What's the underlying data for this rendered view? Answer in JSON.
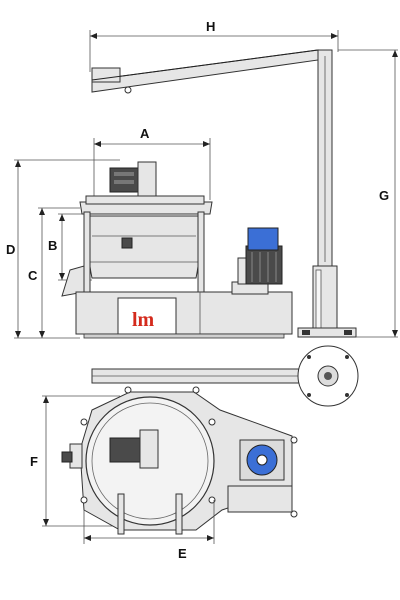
{
  "labels": {
    "H": "H",
    "A": "A",
    "B": "B",
    "C": "C",
    "D": "D",
    "G": "G",
    "F": "F",
    "E": "E"
  },
  "colors": {
    "logo_red": "#d42a1c",
    "motor_blue": "#3b6fd6",
    "outline": "#222222",
    "metal": "#e6e6e6"
  },
  "logo": {
    "text": "lm"
  }
}
